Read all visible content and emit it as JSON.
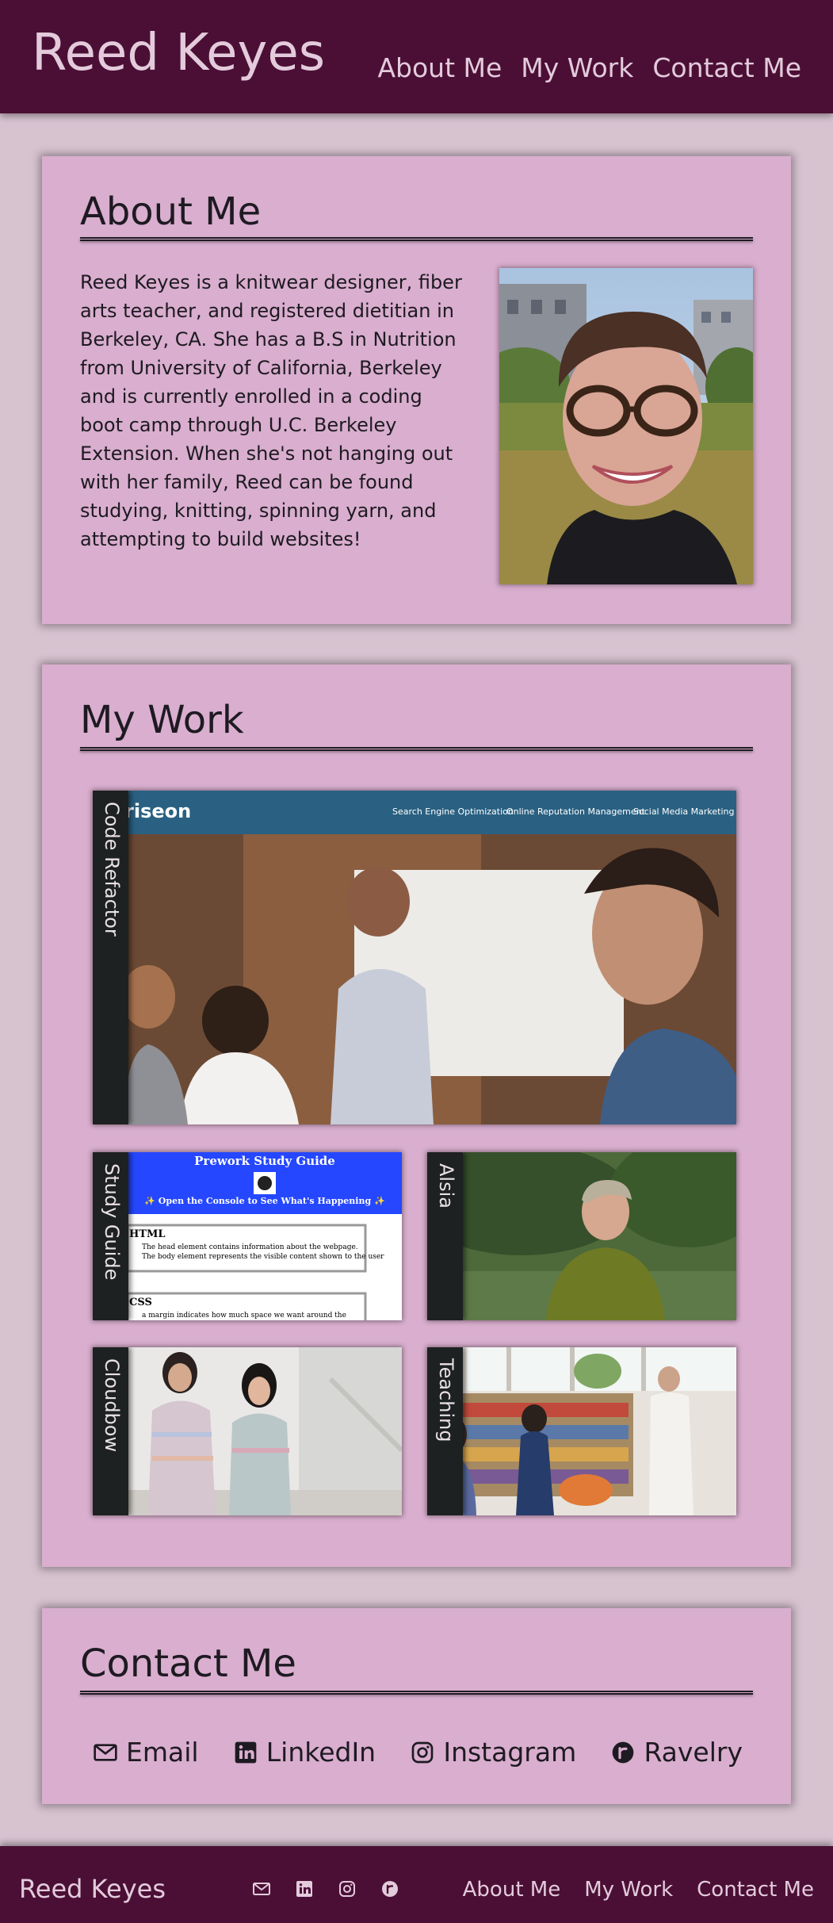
{
  "header": {
    "brand": "Reed Keyes",
    "nav": [
      "About Me",
      "My Work",
      "Contact Me"
    ]
  },
  "about": {
    "title": "About Me",
    "bio": "Reed Keyes is a knitwear designer, fiber arts teacher, and registered dietitian in Berkeley, CA. She has a B.S in Nutrition from University of California, Berkeley and is currently enrolled in a coding boot camp through U.C. Berkeley Extension. When she's not hanging out with her family, Reed can be found studying, knitting, spinning yarn, and attempting to build websites!"
  },
  "work": {
    "title": "My Work",
    "projects": [
      {
        "label": "Code Refactor",
        "site_brand": "riseon",
        "site_nav": [
          "Search Engine Optimization",
          "Online Reputation Management",
          "Social Media Marketing"
        ]
      },
      {
        "label": "Study Guide",
        "page_title": "Prework Study Guide",
        "banner": "✨ Open the Console to See What's Happening ✨",
        "html_heading": "HTML",
        "html_items": [
          "The head element contains information about the webpage.",
          "The body element represents the visible content shown to the user"
        ],
        "css_heading": "CSS",
        "css_items": [
          "a margin indicates how much space we want around the"
        ]
      },
      {
        "label": "Alsia"
      },
      {
        "label": "Cloudbow"
      },
      {
        "label": "Teaching"
      }
    ]
  },
  "contact": {
    "title": "Contact Me",
    "links": [
      {
        "label": "Email",
        "icon": "envelope-icon"
      },
      {
        "label": "LinkedIn",
        "icon": "linkedin-icon"
      },
      {
        "label": "Instagram",
        "icon": "instagram-icon"
      },
      {
        "label": "Ravelry",
        "icon": "ravelry-icon"
      }
    ]
  },
  "footer": {
    "brand": "Reed Keyes",
    "icons": [
      "envelope-icon",
      "linkedin-icon",
      "instagram-icon",
      "ravelry-icon"
    ],
    "nav": [
      "About Me",
      "My Work",
      "Contact Me"
    ]
  },
  "colors": {
    "header_bg": "#4b0f35",
    "page_bg": "#d7c3d0",
    "card_bg": "#d9aece",
    "text": "#1e1a22",
    "nav_text": "#e3cbdc",
    "tab_bg": "#1e2121"
  }
}
